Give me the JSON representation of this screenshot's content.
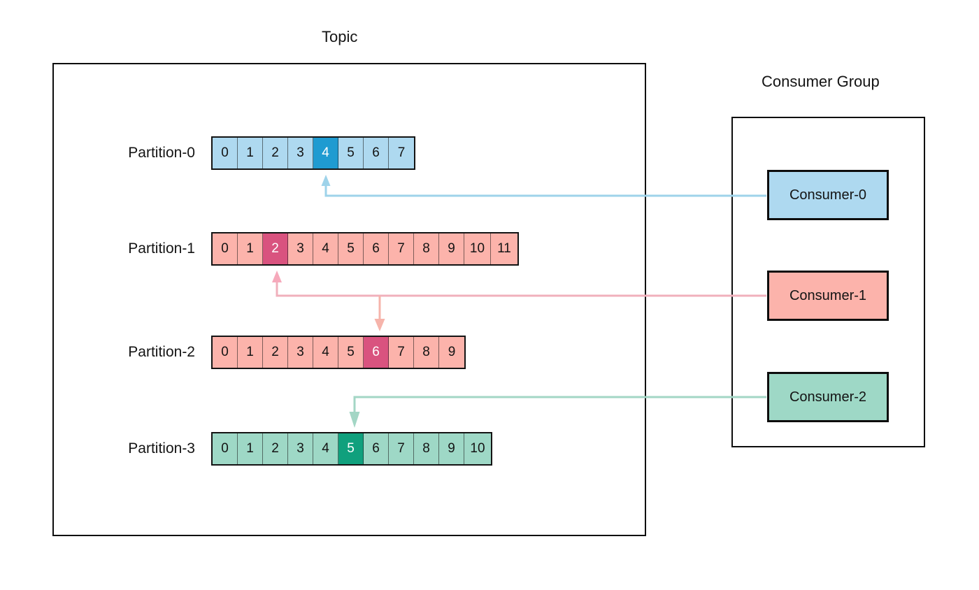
{
  "diagram": {
    "topic_caption": "Topic",
    "consumer_group_caption": "Consumer Group"
  },
  "colors": {
    "blue_cell": "#aed9f0",
    "blue_current": "#1f9bd1",
    "pink_cell": "#fcb3ab",
    "pink_current": "#d9537f",
    "green_cell": "#9ed8c6",
    "green_current": "#10a07d",
    "blue_wire": "#9ed3ea",
    "pink_wire": "#f6b4ab",
    "pink_wire_alt": "#e8b0c4",
    "green_wire": "#a3d6c5",
    "box_border": "#0d0d0d"
  },
  "partitions": [
    {
      "label": "Partition-0",
      "offsets": [
        "0",
        "1",
        "2",
        "3",
        "4",
        "5",
        "6",
        "7"
      ],
      "current_offset_index": 4,
      "fill": "#aed9f0",
      "current_fill": "#1f9bd1"
    },
    {
      "label": "Partition-1",
      "offsets": [
        "0",
        "1",
        "2",
        "3",
        "4",
        "5",
        "6",
        "7",
        "8",
        "9",
        "10",
        "11"
      ],
      "current_offset_index": 2,
      "fill": "#fcb3ab",
      "current_fill": "#d9537f"
    },
    {
      "label": "Partition-2",
      "offsets": [
        "0",
        "1",
        "2",
        "3",
        "4",
        "5",
        "6",
        "7",
        "8",
        "9"
      ],
      "current_offset_index": 6,
      "fill": "#fcb3ab",
      "current_fill": "#d9537f"
    },
    {
      "label": "Partition-3",
      "offsets": [
        "0",
        "1",
        "2",
        "3",
        "4",
        "5",
        "6",
        "7",
        "8",
        "9",
        "10"
      ],
      "current_offset_index": 5,
      "fill": "#9ed8c6",
      "current_fill": "#10a07d"
    }
  ],
  "consumers": [
    {
      "label": "Consumer-0",
      "fill": "#aed9f0"
    },
    {
      "label": "Consumer-1",
      "fill": "#fcb3ab"
    },
    {
      "label": "Consumer-2",
      "fill": "#9ed8c6"
    }
  ]
}
